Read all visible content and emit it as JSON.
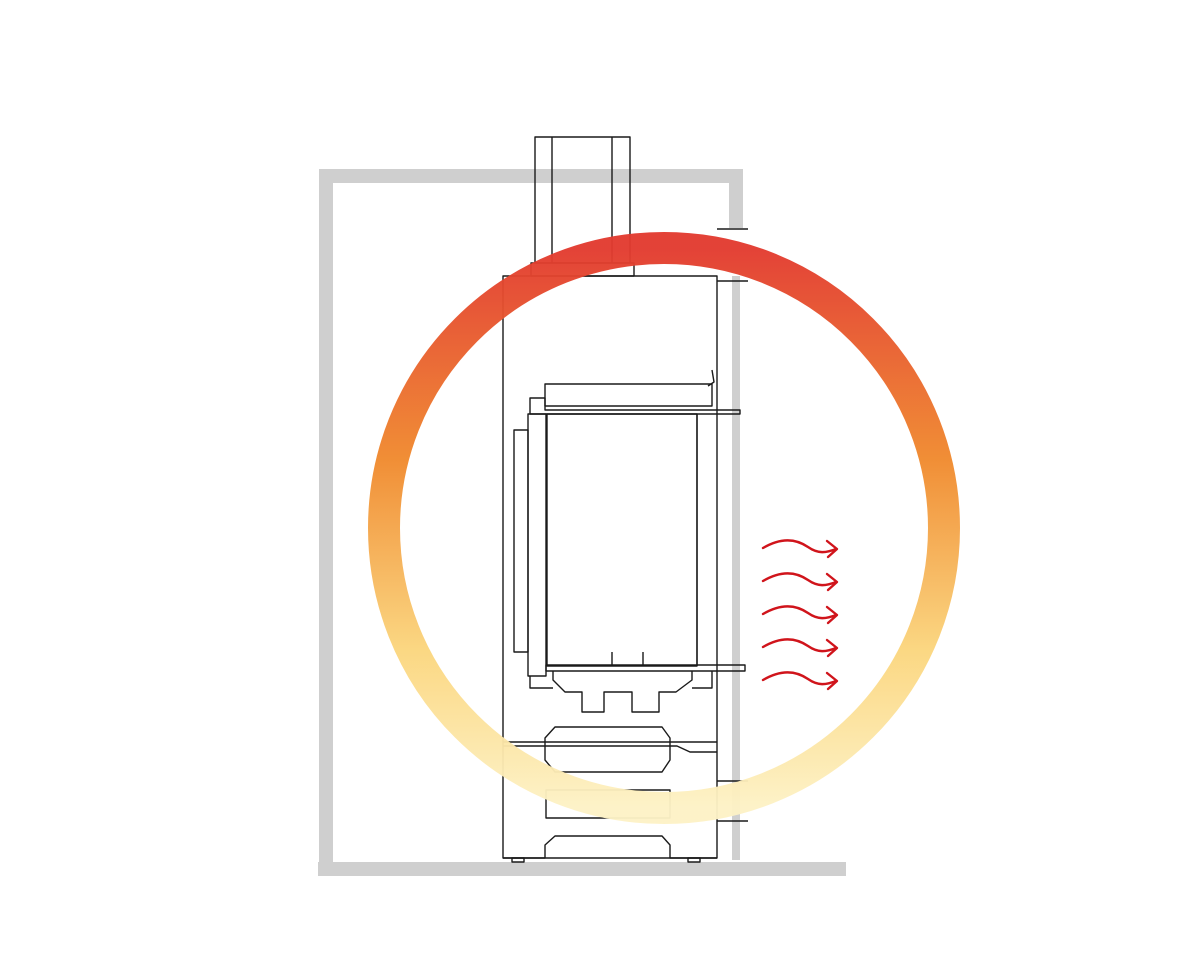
{
  "diagram": {
    "colors": {
      "wall": "#cfcfcf",
      "outline": "#1a1a1a",
      "heat_top": "#e23a2f",
      "heat_mid": "#f08a2e",
      "heat_low": "#fbd67e",
      "heat_bottom": "#fdf2c6",
      "arrows": "#d0141b"
    },
    "icons": {
      "heat_ring": "radiant-heat-ring",
      "arrows": "wavy-heat-arrow"
    },
    "heat_arrow_count": 5
  }
}
